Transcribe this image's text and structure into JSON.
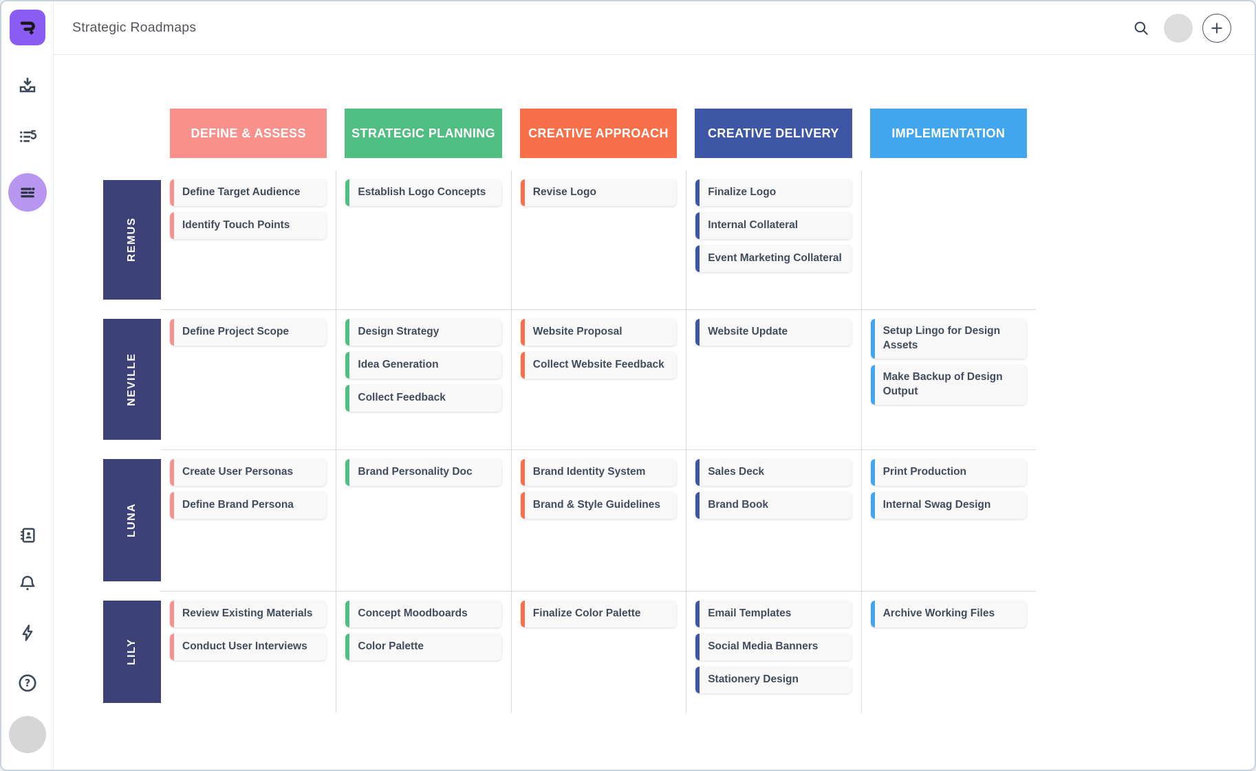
{
  "header": {
    "title": "Strategic Roadmaps"
  },
  "topbar_controls": {
    "search_icon": "search-icon",
    "avatar": "user-avatar",
    "add_button": "plus-circle-icon"
  },
  "sidebar": {
    "logo": "roadmunk-logo",
    "items": [
      {
        "icon": "import-tray-icon",
        "active": false
      },
      {
        "icon": "items-list-icon",
        "active": false
      },
      {
        "icon": "roadmap-timeline-icon",
        "active": true
      },
      {
        "icon": "contacts-book-icon",
        "active": false
      },
      {
        "icon": "bell-icon",
        "active": false
      },
      {
        "icon": "lightning-icon",
        "active": false
      },
      {
        "icon": "help-icon",
        "active": false
      }
    ],
    "avatar": "user-avatar"
  },
  "board": {
    "columns": [
      {
        "label": "DEFINE & ASSESS",
        "color": "#f8918c"
      },
      {
        "label": "STRATEGIC PLANNING",
        "color": "#4fbe80"
      },
      {
        "label": "CREATIVE APPROACH",
        "color": "#f96f4a"
      },
      {
        "label": "CREATIVE DELIVERY",
        "color": "#3d56a6"
      },
      {
        "label": "IMPLEMENTATION",
        "color": "#41a6ee"
      }
    ],
    "rows": [
      {
        "label": "REMUS",
        "cells": [
          [
            "Define Target Audience",
            "Identify Touch Points"
          ],
          [
            "Establish Logo Concepts"
          ],
          [
            "Revise Logo"
          ],
          [
            "Finalize Logo",
            "Internal Collateral",
            "Event Marketing Collateral"
          ],
          []
        ]
      },
      {
        "label": "NEVILLE",
        "cells": [
          [
            "Define Project Scope"
          ],
          [
            "Design Strategy",
            "Idea Generation",
            "Collect Feedback"
          ],
          [
            "Website Proposal",
            "Collect Website Feedback"
          ],
          [
            "Website Update"
          ],
          [
            "Setup Lingo for Design Assets",
            "Make Backup of Design Output"
          ]
        ]
      },
      {
        "label": "LUNA",
        "cells": [
          [
            "Create User Personas",
            "Define Brand Persona"
          ],
          [
            "Brand Personality Doc"
          ],
          [
            "Brand Identity System",
            "Brand & Style Guidelines"
          ],
          [
            "Sales Deck",
            "Brand Book"
          ],
          [
            "Print Production",
            "Internal Swag Design"
          ]
        ]
      },
      {
        "label": "LILY",
        "cells": [
          [
            "Review Existing Materials",
            "Conduct User Interviews"
          ],
          [
            "Concept Moodboards",
            "Color Palette"
          ],
          [
            "Finalize Color Palette"
          ],
          [
            "Email Templates",
            "Social Media Banners",
            "Stationery Design"
          ],
          [
            "Archive Working Files"
          ]
        ]
      }
    ]
  },
  "colors": {
    "logo_purple": "#8a5cf2",
    "active_nav_purple": "#b795f1",
    "row_label_indigo": "#3c4178",
    "grid_line": "#d8dade",
    "card_background": "#f8f8f8",
    "card_text": "#424d5c",
    "icon_ink": "#3e4a59"
  }
}
